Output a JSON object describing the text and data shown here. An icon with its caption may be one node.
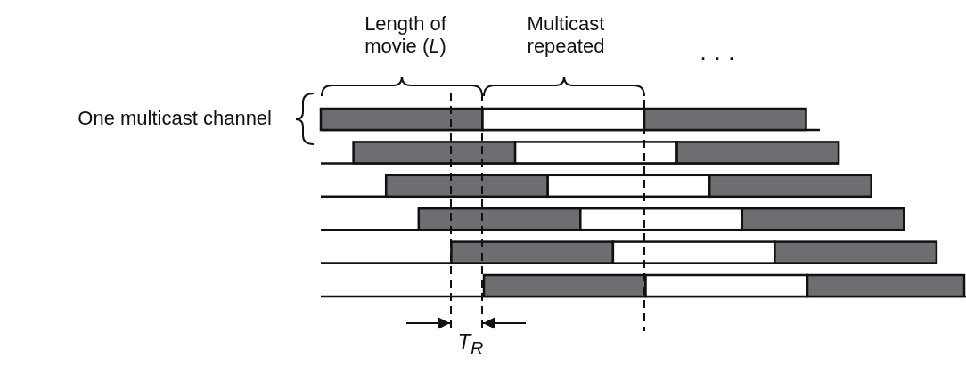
{
  "diagram": {
    "labels": [
      "Length of movie (*L*)",
      "Multicast repeated",
      "· · ·",
      "One multicast channel",
      "T$_{R}$"
    ]
  }
}
